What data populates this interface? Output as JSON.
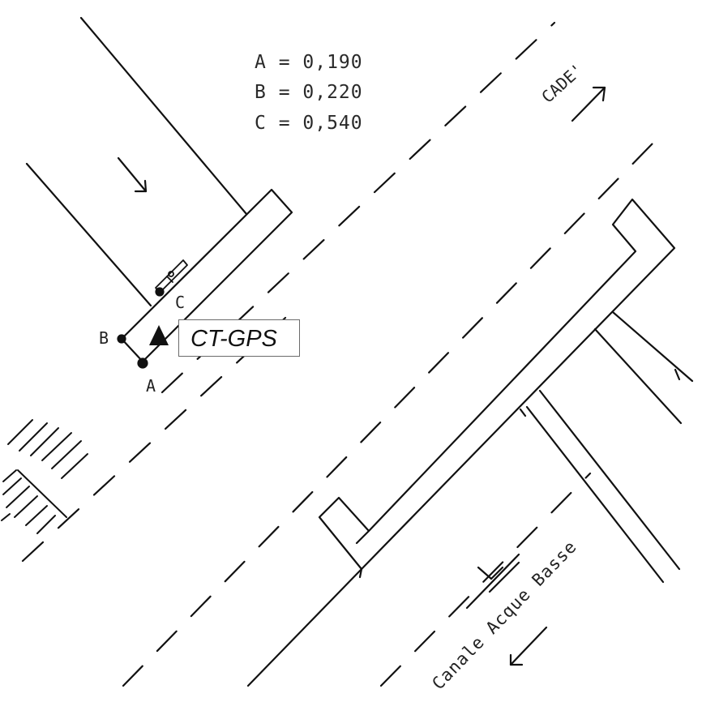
{
  "legend": {
    "line_a": "A = 0,190",
    "line_b": "B = 0,220",
    "line_c": "C = 0,540"
  },
  "labels": {
    "road_name": "CADE'",
    "canal_name": "Canale Acque Basse",
    "gps_station": "CT-GPS",
    "point_a": "A",
    "point_b": "B",
    "point_c": "C"
  },
  "icons": {
    "gps": "triangle-marker-icon",
    "flow_building": "arrow-down-right-icon",
    "road_direction": "arrow-up-right-icon",
    "canal_flow": "arrow-down-left-icon"
  },
  "colors": {
    "ink": "#111111",
    "frame": "#6b6b6b"
  }
}
